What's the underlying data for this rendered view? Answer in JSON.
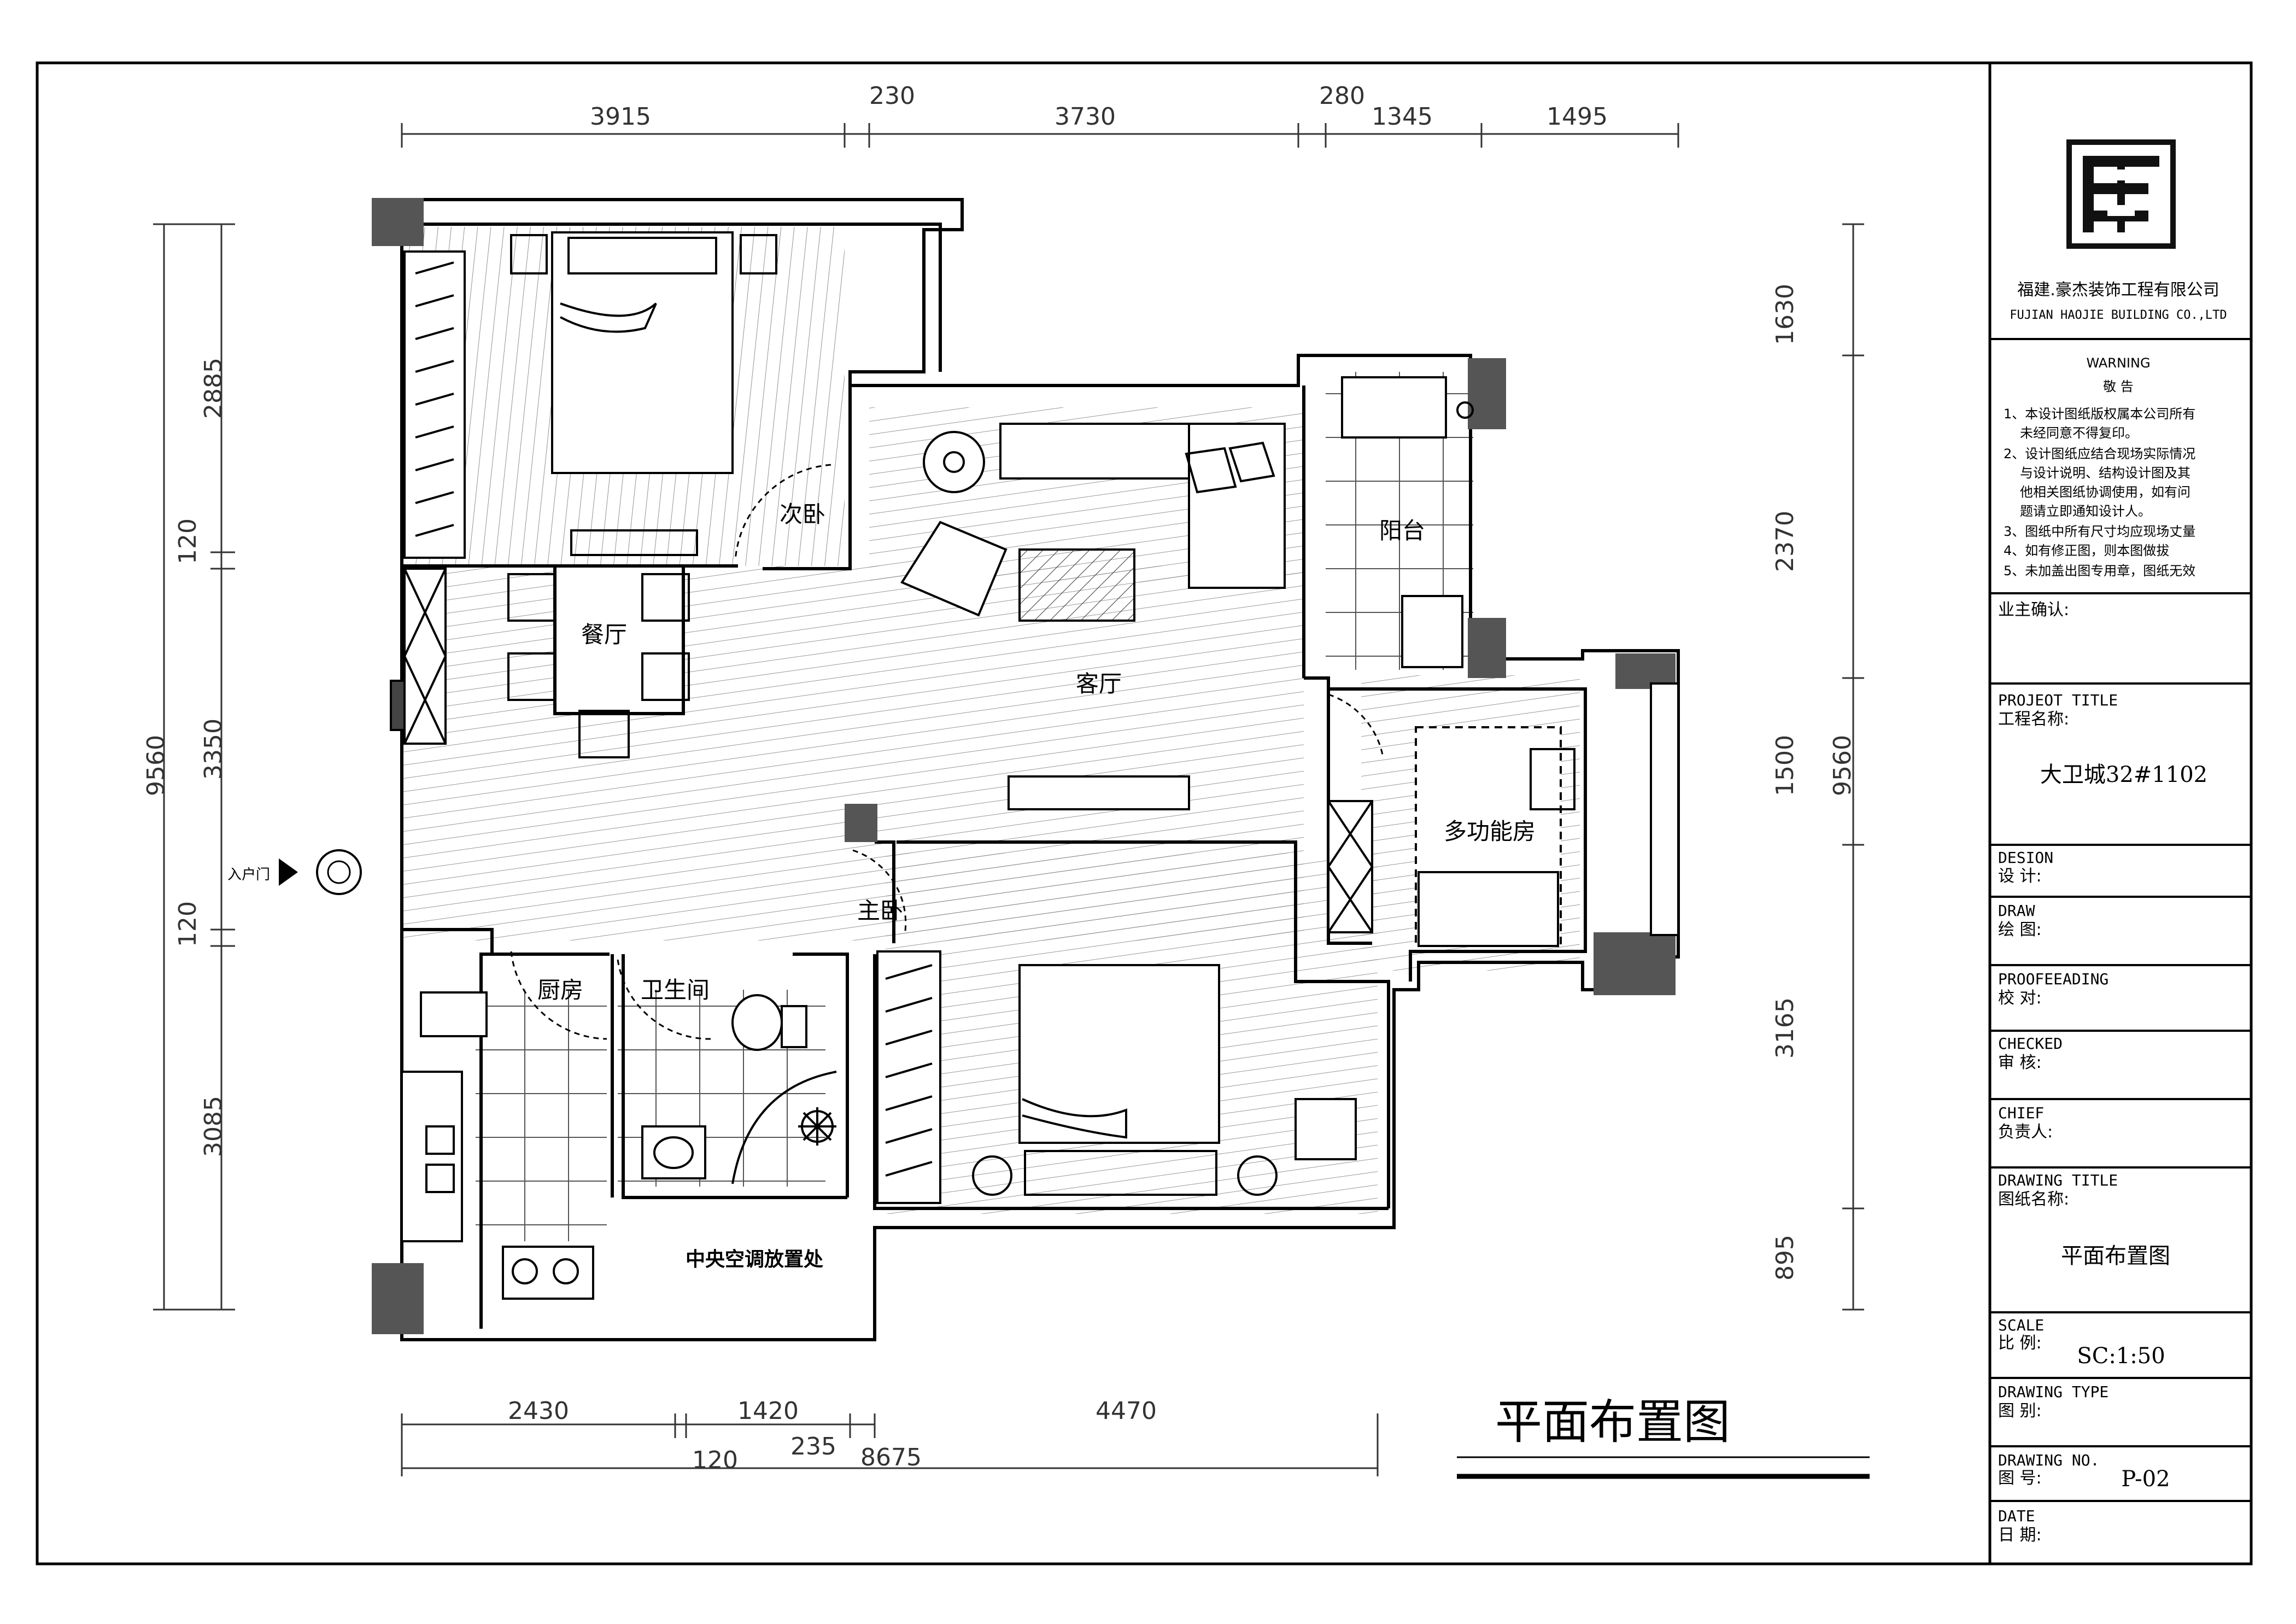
{
  "company": {
    "name_cn": "福建.豪杰装饰工程有限公司",
    "name_en": "FUJIAN HAOJIE BUILDING CO.,LTD"
  },
  "warning": {
    "title_en": "WARNING",
    "title_cn": "敬 告",
    "lines": [
      "1、本设计图纸版权属本公司所有",
      "未经同意不得复印。",
      "2、设计图纸应结合现场实际情况",
      "与设计说明、结构设计图及其",
      "他相关图纸协调使用，如有问",
      "题请立即通知设计人。",
      "3、图纸中所有尺寸均应现场丈量",
      "4、如有修正图，则本图做拔",
      "5、未加盖出图专用章，图纸无效"
    ]
  },
  "title_block": {
    "owner_label": "业主确认:",
    "project_title_en": "PROJEOT TITLE",
    "project_title_cn": "工程名称:",
    "project_value": "大卫城32#1102",
    "design_en": "DESION",
    "design_cn": "设 计:",
    "draw_en": "DRAW",
    "draw_cn": "绘 图:",
    "proof_en": "PROOFEEADING",
    "proof_cn": "校 对:",
    "checked_en": "CHECKED",
    "checked_cn": "审 核:",
    "chief_en": "CHIEF",
    "chief_cn": "负责人:",
    "drawing_title_en": "DRAWING TITLE",
    "drawing_title_cn": "图纸名称:",
    "drawing_title_value": "平面布置图",
    "scale_en": "SCALE",
    "scale_cn": "比 例:",
    "scale_value": "SC:1:50",
    "type_en": "DRAWING TYPE",
    "type_cn": "图 别:",
    "no_en": "DRAWING NO.",
    "no_cn": "图 号:",
    "no_value": "P-02",
    "date_en": "DATE",
    "date_cn": "日 期:"
  },
  "plan_title": "平面布置图",
  "rooms": {
    "secondary_bedroom": "次卧",
    "dining": "餐厅",
    "living": "客厅",
    "balcony": "阳台",
    "multi": "多功能房",
    "master": "主卧",
    "kitchen": "厨房",
    "bathroom": "卫生间",
    "ac_area": "中央空调放置处",
    "entrance": "入户门"
  },
  "dimensions": {
    "top": [
      "3915",
      "230",
      "3730",
      "280",
      "1345",
      "1495"
    ],
    "bottom": [
      "2430",
      "1420",
      "4470",
      "120",
      "235",
      "8675"
    ],
    "left": [
      "2885",
      "120",
      "3350",
      "120",
      "3085",
      "9560"
    ],
    "right": [
      "1630",
      "2370",
      "1500",
      "3165",
      "895",
      "9560"
    ]
  }
}
